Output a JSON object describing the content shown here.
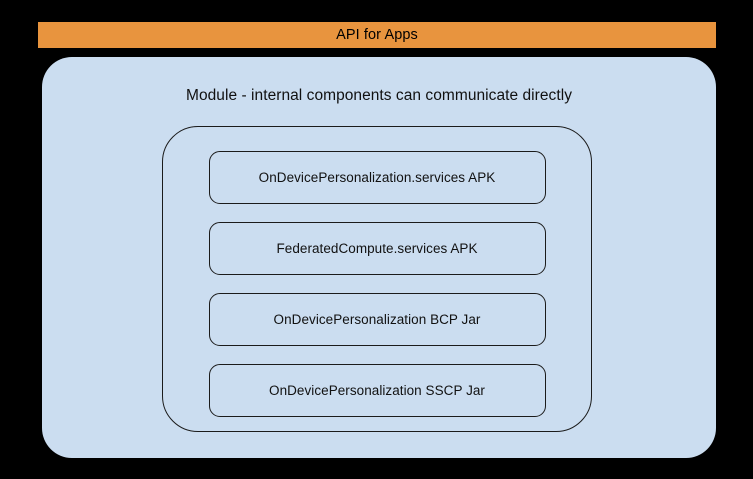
{
  "diagram": {
    "background_color": "#000000",
    "api_banner": {
      "label": "API for Apps",
      "background_color": "#e8943e",
      "text_color": "#000000"
    },
    "module_panel": {
      "heading": "Module - internal components can communicate directly",
      "background_color": "#cbddf0",
      "text_color": "#111111"
    },
    "components_group": {
      "border_color": "#1b1b1b",
      "boxes": [
        {
          "label": "OnDevicePersonalization.services APK"
        },
        {
          "label": "FederatedCompute.services APK"
        },
        {
          "label": "OnDevicePersonalization BCP Jar"
        },
        {
          "label": "OnDevicePersonalization SSCP Jar"
        }
      ]
    }
  }
}
